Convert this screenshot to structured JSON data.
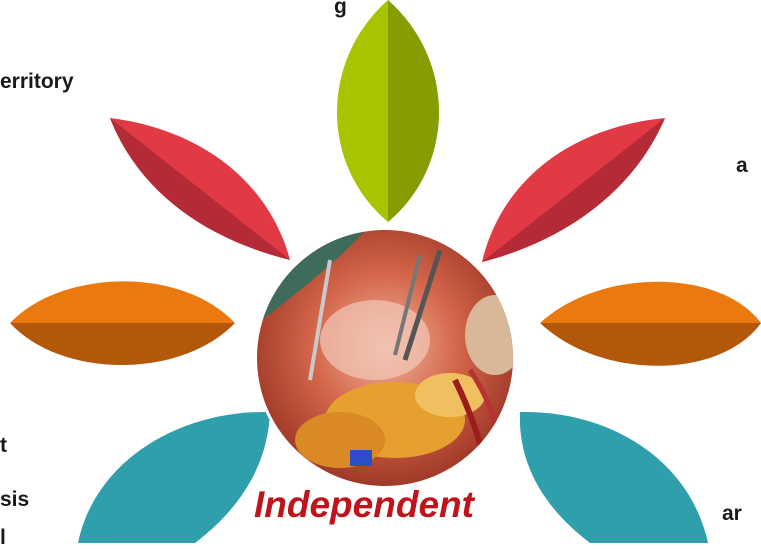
{
  "labels": {
    "top": "g",
    "top_left": "erritory",
    "right_upper": "a",
    "left_lower_1": "t",
    "left_lower_2": "sis",
    "left_lower_3": "l",
    "right_lower": "ar"
  },
  "center_label": "Independent",
  "petals": [
    {
      "position": "top",
      "colors": [
        "#a8c300",
        "#869c00"
      ]
    },
    {
      "position": "upper-left",
      "colors": [
        "#e23a45",
        "#b42a36"
      ]
    },
    {
      "position": "upper-right",
      "colors": [
        "#e23a45",
        "#b42a36"
      ]
    },
    {
      "position": "left",
      "colors": [
        "#ea7a10",
        "#b35708"
      ]
    },
    {
      "position": "right",
      "colors": [
        "#ea7a10",
        "#b35708"
      ]
    },
    {
      "position": "lower-left",
      "colors": [
        "#2e9fab",
        "#2e9fab"
      ]
    },
    {
      "position": "lower-right",
      "colors": [
        "#2e9fab",
        "#2e9fab"
      ]
    }
  ],
  "center_image": "surgical-photo"
}
